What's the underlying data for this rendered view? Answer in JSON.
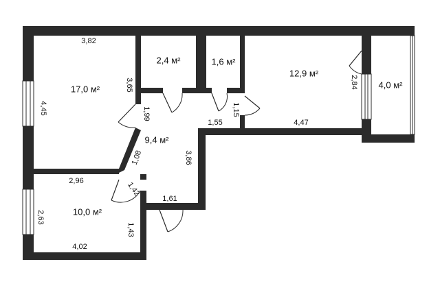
{
  "plan": {
    "rooms": [
      {
        "id": "room-large",
        "area": "17,0 м²"
      },
      {
        "id": "room-small",
        "area": "10,0 м²"
      },
      {
        "id": "corridor",
        "area": "9,4 м²"
      },
      {
        "id": "bathroom",
        "area": "2,4 м²"
      },
      {
        "id": "toilet",
        "area": "1,6 м²"
      },
      {
        "id": "kitchen",
        "area": "12,9 м²"
      },
      {
        "id": "balcony",
        "area": "4,0 м²"
      }
    ],
    "dimensions": {
      "large_top": "3,82",
      "large_left": "4,45",
      "large_right": "3,65",
      "large_bottom": "2,96",
      "small_left": "2,63",
      "small_bottom": "4,02",
      "small_right": "1,43",
      "small_door_side": "1,42",
      "corridor_upper": "1,99",
      "corridor_diag": "1,08",
      "corridor_right": "3,86",
      "corridor_mid": "1,55",
      "corridor_bottom": "1,61",
      "toilet_side": "1,15",
      "kitchen_bottom": "4,47",
      "kitchen_right": "2,84"
    },
    "colors": {
      "wall": "#2b2b2b",
      "text": "#111111"
    }
  }
}
